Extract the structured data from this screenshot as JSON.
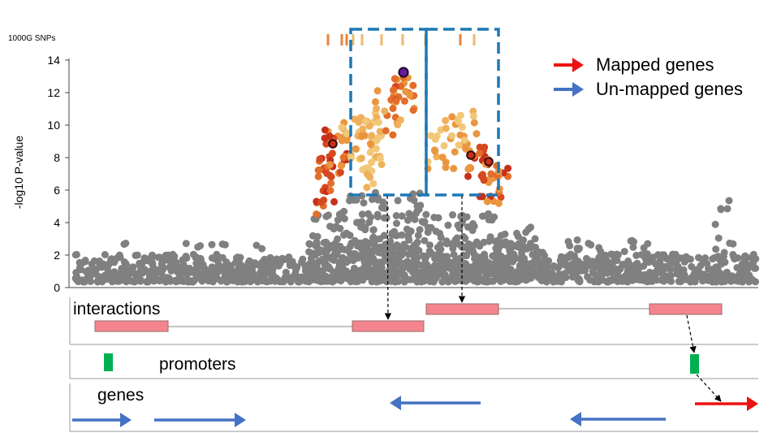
{
  "snp_track": {
    "label": "1000G SNPs"
  },
  "plot": {
    "ylabel": "-log10 P-value",
    "yticks": [
      "14",
      "12",
      "10",
      "8",
      "6",
      "4",
      "2",
      "0"
    ],
    "ylim": [
      0,
      14
    ]
  },
  "legend": {
    "mapped": {
      "label": "Mapped genes",
      "color": "#ee1111"
    },
    "unmapped": {
      "label": "Un-mapped genes",
      "color": "#4472c4"
    }
  },
  "tracks": {
    "interactions": "interactions",
    "promoters": "promoters",
    "genes": "genes"
  },
  "colors": {
    "background_snp": "#808080",
    "interaction_box": "#f4858e",
    "promoter": "#00b050",
    "highlight_box": "#1f78b4",
    "lead_snp": "#6a1b9a"
  }
}
